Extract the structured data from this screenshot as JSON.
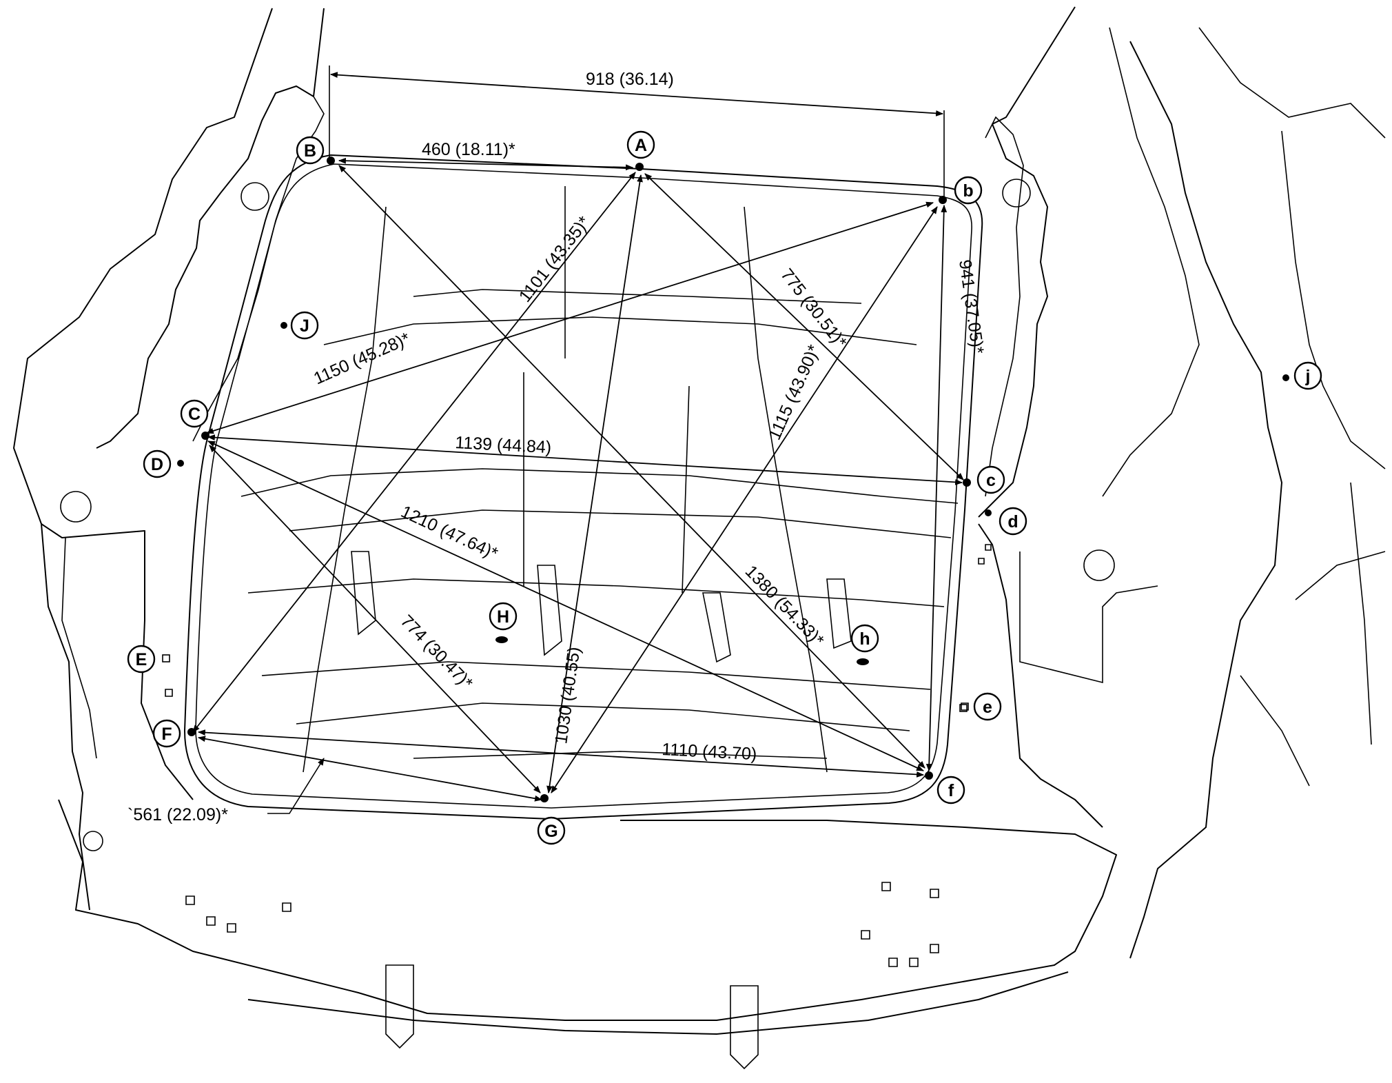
{
  "points": [
    {
      "id": "A",
      "label": "A"
    },
    {
      "id": "B",
      "label": "B"
    },
    {
      "id": "b",
      "label": "b"
    },
    {
      "id": "C",
      "label": "C"
    },
    {
      "id": "c",
      "label": "c"
    },
    {
      "id": "D",
      "label": "D"
    },
    {
      "id": "d",
      "label": "d"
    },
    {
      "id": "E",
      "label": "E"
    },
    {
      "id": "e",
      "label": "e"
    },
    {
      "id": "F",
      "label": "F"
    },
    {
      "id": "f",
      "label": "f"
    },
    {
      "id": "G",
      "label": "G"
    },
    {
      "id": "H",
      "label": "H"
    },
    {
      "id": "h",
      "label": "h"
    },
    {
      "id": "J",
      "label": "J"
    },
    {
      "id": "j",
      "label": "j"
    }
  ],
  "dimensions": [
    {
      "id": "width-top",
      "from": "B",
      "to": "b",
      "label": "918 (36.14)"
    },
    {
      "id": "B-A",
      "from": "B",
      "to": "A",
      "label": "460 (18.11)*"
    },
    {
      "id": "A-F",
      "from": "A",
      "to": "F",
      "label": "1101 (43.35)*"
    },
    {
      "id": "A-c",
      "from": "A",
      "to": "c",
      "label": "775 (30.51)*"
    },
    {
      "id": "b-f",
      "from": "b",
      "to": "f",
      "label": "941 (37.05)*"
    },
    {
      "id": "b-C",
      "from": "b",
      "to": "C",
      "label": "1150 (45.28)*"
    },
    {
      "id": "b-G",
      "from": "b",
      "to": "G",
      "label": "1115 (43.90)*"
    },
    {
      "id": "C-c",
      "from": "C",
      "to": "c",
      "label": "1139 (44.84)"
    },
    {
      "id": "C-f",
      "from": "C",
      "to": "f",
      "label": "1210 (47.64)*"
    },
    {
      "id": "B-f",
      "from": "B",
      "to": "f",
      "label": "1380 (54.33)*"
    },
    {
      "id": "C-G",
      "from": "C",
      "to": "G",
      "label": "774 (30.47)*"
    },
    {
      "id": "A-G",
      "from": "A",
      "to": "G",
      "label": "1030 (40.55)"
    },
    {
      "id": "F-f",
      "from": "F",
      "to": "f",
      "label": "1110 (43.70)"
    },
    {
      "id": "F-G",
      "from": "F",
      "to": "G",
      "label": "`561 (22.09)*"
    }
  ]
}
